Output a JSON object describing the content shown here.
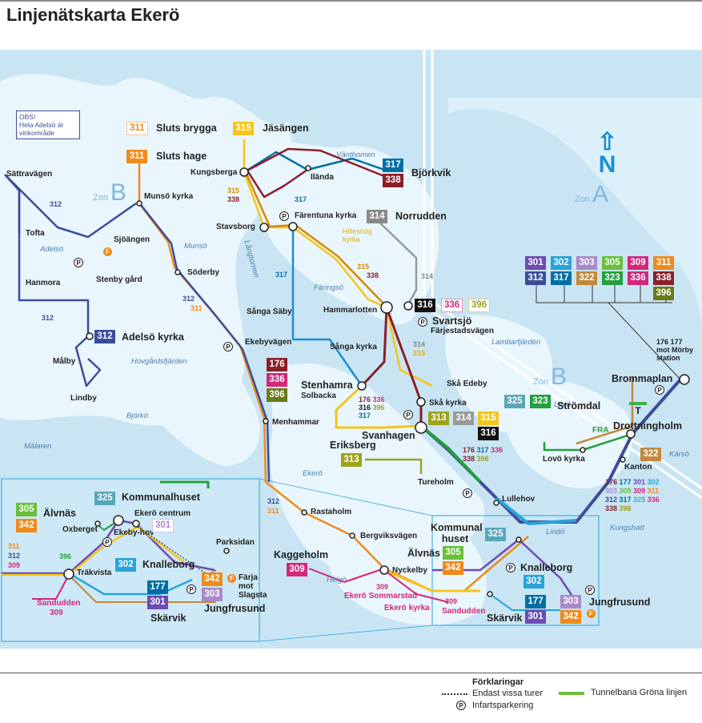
{
  "title": "Linjenätskarta Ekerö",
  "note": {
    "line1": "OBS!",
    "line2": "Hela Adelsö är",
    "line3": "vinkområde"
  },
  "compass": "N",
  "zones": [
    {
      "zone": "Zon",
      "letter": "B"
    },
    {
      "zone": "Zon",
      "letter": "A"
    },
    {
      "zone": "Zon",
      "letter": "B"
    }
  ],
  "water": [
    "Adelsö",
    "Munsö",
    "Långtornen",
    "Vänthomen",
    "Färingsö",
    "Hovgårdsfjärden",
    "Björkö",
    "Mälaren",
    "Ekerö",
    "Lambarfjärden",
    "Lovö",
    "Kärsö",
    "Lindö",
    "Kungshatt",
    "Helgö"
  ],
  "stops": {
    "sattravagen": "Sättravägen",
    "tofta": "Tofta",
    "hanmora": "Hanmora",
    "stenby": "Stenby gård",
    "sjoangen": "Sjöängen",
    "munso": "Munsö kyrka",
    "malby": "Målby",
    "lindby": "Lindby",
    "soderby": "Söderby",
    "ekebyvagen": "Ekebyvägen",
    "menhammar": "Menhammar",
    "rastaholm": "Rastaholm",
    "bergviks": "Bergviksvägen",
    "nyckelby": "Nyckelby",
    "kungsberga": "Kungsberga",
    "ilanda": "Ilända",
    "stavsborg": "Stavsborg",
    "farentuna": "Färentuna kyrka",
    "hammarlotten": "Hammarlotten",
    "sangasaby": "Sånga Säby",
    "sangakyrka": "Sånga kyrka",
    "farjestad": "Färjestadsvägen",
    "skaedeby": "Skå Edeby",
    "skakyrka": "Skå kyrka",
    "solbacka": "Solbacka",
    "tureholm": "Tureholm",
    "lullehov": "Lullehov",
    "lovokyrka": "Lovö kyrka",
    "kanton": "Kanton",
    "fra": "FRA",
    "ekerokyrka": "Ekerö kyrka",
    "sommarstad": "Ekerö Sommarstad",
    "sandudden_r": "Sandudden"
  },
  "terminals": {
    "slutsbrygga": "Sluts brygga",
    "slutshage": "Sluts hage",
    "jasangen": "Jäsängen",
    "bjorkvik": "Björkvik",
    "norrudden": "Norrudden",
    "adelsokyrka": "Adelsö kyrka",
    "svartsjo": "Svartsjö",
    "stenhamra": "Stenhamra",
    "svanhagen": "Svanhagen",
    "eriksberg": "Eriksberg",
    "strömdal": "Strömdal",
    "drottningholm": "Drottningholm",
    "brommaplan": "Brommaplan",
    "kaggeholm": "Kaggeholm",
    "morby_routes": "176 177",
    "morby1": "mot Mörby",
    "morby2": "station"
  },
  "inset": {
    "alvnas": "Älvnäs",
    "kommunalhuset": "Kommunalhuset",
    "ekerocentrum": "Ekerö centrum",
    "oxberget": "Oxberget",
    "ekebyhov": "Ekeby-hov",
    "parksidan": "Parksidan",
    "knalleborg": "Knalleborg",
    "trakvista": "Träkvista",
    "farja1": "Färja",
    "farja2": "mot",
    "farja3": "Slagsta",
    "jungfrusund": "Jungfrusund",
    "skarvik": "Skärvik",
    "sandudden": "Sandudden",
    "sandudden_route": "309",
    "kommunal": "Kommunal",
    "huset": "huset"
  },
  "routeText": {
    "r312a": "312",
    "r312b": "312",
    "r312c": "312",
    "r311a": "311",
    "r315a": "315",
    "r338a": "338",
    "r317a": "317",
    "r317b": "317",
    "hilleshog1": "Hilleshög",
    "hilleshog2": "kyrka",
    "r315b": "315",
    "r338b": "338",
    "r314a": "314",
    "r314b": "314",
    "r315c": "315",
    "r176": "176",
    "r336": "336",
    "r316": "316",
    "r396": "396",
    "r317c": "317",
    "r176b": "176",
    "r317d": "317",
    "r336b": "336",
    "r338c": "338",
    "r396b": "396",
    "d176": "176",
    "d177": "177",
    "d301": "301",
    "d302": "302",
    "d303": "303",
    "d305": "305",
    "d309": "309",
    "d311": "311",
    "d312": "312",
    "d317": "317",
    "d325": "325",
    "d336": "336",
    "d338": "338",
    "d396": "396",
    "r312d": "312",
    "r311b": "311",
    "i311": "311",
    "i312": "312",
    "i309": "309",
    "i396": "396",
    "r309a": "309",
    "r309b": "309"
  },
  "badges": {
    "b176": "176",
    "b177": "177",
    "b301": "301",
    "b302": "302",
    "b303": "303",
    "b305": "305",
    "b309": "309",
    "b311": "311",
    "b312": "312",
    "b313": "313",
    "b314": "314",
    "b315": "315",
    "b316": "316",
    "b317": "317",
    "b322": "322",
    "b323": "323",
    "b325": "325",
    "b336": "336",
    "b338": "338",
    "b342": "342",
    "b396": "396"
  },
  "icons": {
    "park": "P",
    "ferry": "F",
    "metro": "T"
  },
  "legend": {
    "title": "Förklaringar",
    "dotted": "Endast vissa turer",
    "parking": "Infartsparkering",
    "metro": "Tunnelbana Gröna linjen"
  },
  "colors": {
    "water": "#c9e5f4",
    "land": "#eaf6fd",
    "inset_frame": "#29a3d8",
    "metro_green": "#69bf3c"
  }
}
